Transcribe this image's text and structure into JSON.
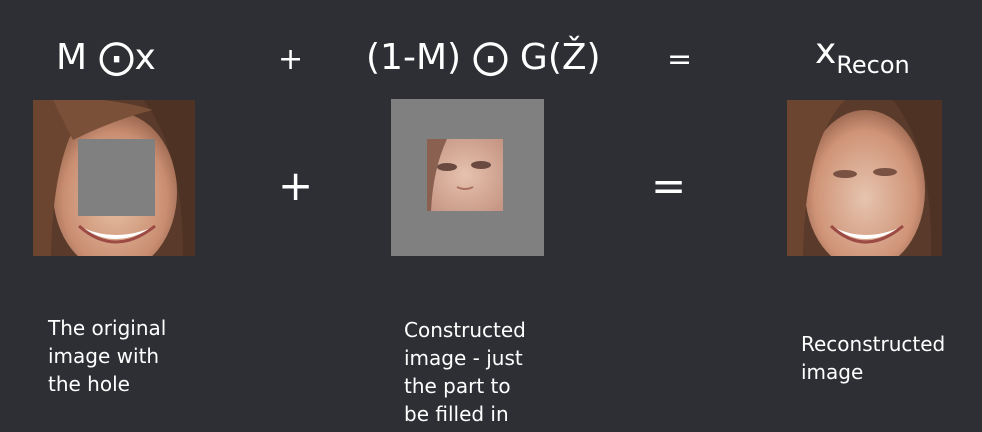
{
  "formulas": {
    "term1": "M ⨀x",
    "term2": "(1-M) ⨀ G(Ž)",
    "result_base": "x",
    "result_sub": "Recon"
  },
  "operators": {
    "plus": "+",
    "equals": "="
  },
  "images": {
    "masked_original": "face-with-hole",
    "generated_patch": "generated-patch-on-gray",
    "reconstructed": "reconstructed-face"
  },
  "captions": {
    "original": [
      "The original",
      "image with",
      "the hole"
    ],
    "constructed": [
      "Constructed",
      "image - just",
      "the part to",
      "be filled in"
    ],
    "reconstructed": [
      "Reconstructed",
      "image"
    ]
  },
  "colors": {
    "background": "#2d2f35",
    "hole_gray": "#808080",
    "text": "#ffffff"
  }
}
